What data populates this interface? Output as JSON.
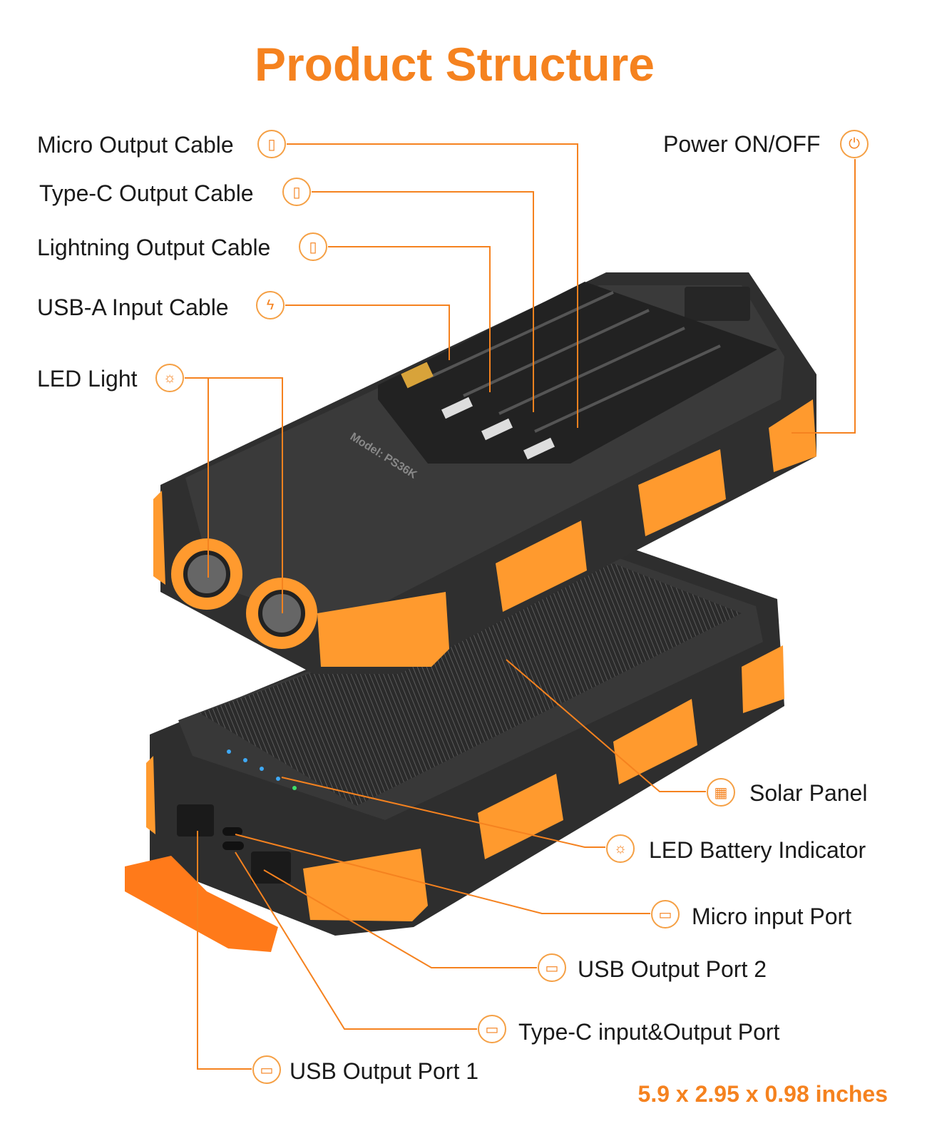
{
  "title": "Product Structure",
  "device": {
    "model": "Model: PS36K"
  },
  "labels": {
    "micro_output_cable": "Micro Output Cable",
    "typec_output_cable": "Type-C Output Cable",
    "lightning_output_cable": "Lightning Output Cable",
    "usba_input_cable": "USB-A Input Cable",
    "led_light": "LED Light",
    "power": "Power ON/OFF",
    "solar_panel": "Solar Panel",
    "led_battery_indicator": "LED Battery Indicator",
    "micro_input_port": "Micro input Port",
    "usb_output_port_2": "USB Output Port 2",
    "typec_port": "Type-C input&Output Port",
    "usb_output_port_1": "USB Output Port 1"
  },
  "dimensions": "5.9 x 2.95 x 0.98 inches",
  "colors": {
    "accent": "#f5821f",
    "body": "#3a3a3a",
    "bumper": "#ff9a2e"
  }
}
